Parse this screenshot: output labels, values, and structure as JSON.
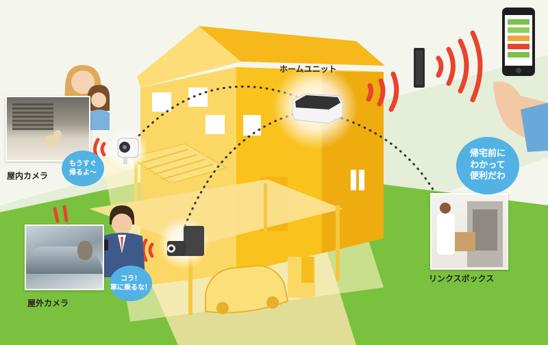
{
  "labels": {
    "home_unit": "ホームユニット",
    "indoor_camera": "屋内カメラ",
    "outdoor_camera": "屋外カメラ",
    "link_box": "リンクスボックス"
  },
  "bubbles": {
    "indoor": "もうすぐ\n帰るよ〜",
    "outdoor": "コラ！\n車に乗るな！",
    "linkbox": "帰宅前に\nわかって\n便利だわ"
  },
  "colors": {
    "house_main": "#f9c21d",
    "house_light": "#fbd866",
    "house_dark": "#eeac0f",
    "lawn": "#79c13e",
    "signal": "#e8442e",
    "bubble": "#52b2e3"
  }
}
